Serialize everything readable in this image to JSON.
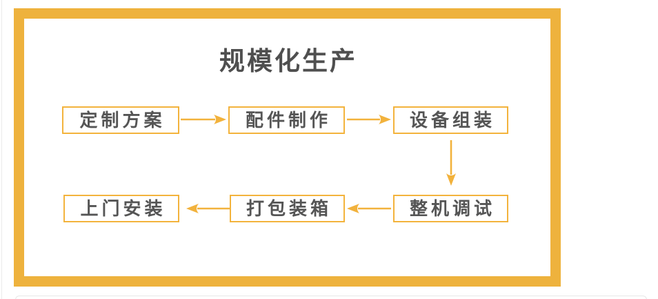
{
  "diagram": {
    "title": "规模化生产",
    "steps": [
      {
        "label": "定制方案"
      },
      {
        "label": "配件制作"
      },
      {
        "label": "设备组装"
      },
      {
        "label": "整机调试"
      },
      {
        "label": "打包装箱"
      },
      {
        "label": "上门安装"
      }
    ],
    "flow_order": [
      "定制方案",
      "配件制作",
      "设备组装",
      "整机调试",
      "打包装箱",
      "上门安装"
    ],
    "arrows": [
      {
        "from": "定制方案",
        "to": "配件制作",
        "direction": "right"
      },
      {
        "from": "配件制作",
        "to": "设备组装",
        "direction": "right"
      },
      {
        "from": "设备组装",
        "to": "整机调试",
        "direction": "down"
      },
      {
        "from": "整机调试",
        "to": "打包装箱",
        "direction": "left"
      },
      {
        "from": "打包装箱",
        "to": "上门安装",
        "direction": "left"
      }
    ],
    "colors": {
      "frame": "#eeb23d",
      "box_border": "#f3b33c",
      "arrow": "#f2b23c",
      "step_text": "#555555",
      "title_text": "#4f4f4f"
    }
  }
}
